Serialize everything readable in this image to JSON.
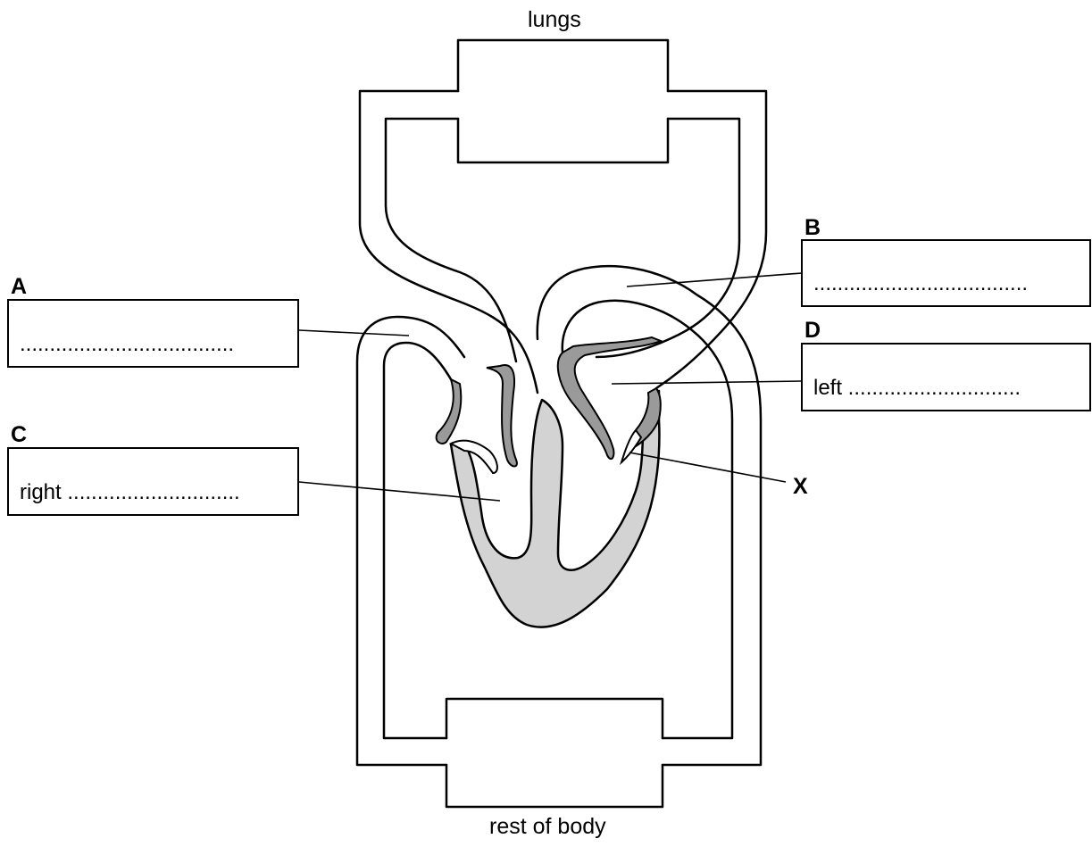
{
  "captions": {
    "top": "lungs",
    "bottom": "rest of body"
  },
  "labels": {
    "a": {
      "letter": "A",
      "text": "...................................."
    },
    "b": {
      "letter": "B",
      "text": "...................................."
    },
    "c": {
      "letter": "C",
      "text": "right ............................."
    },
    "d": {
      "letter": "D",
      "text": "left ............................."
    },
    "x": {
      "letter": "X"
    }
  },
  "colors": {
    "line": "#000000",
    "muscle": "#d3d3d3",
    "valve": "#9a9a9a"
  }
}
